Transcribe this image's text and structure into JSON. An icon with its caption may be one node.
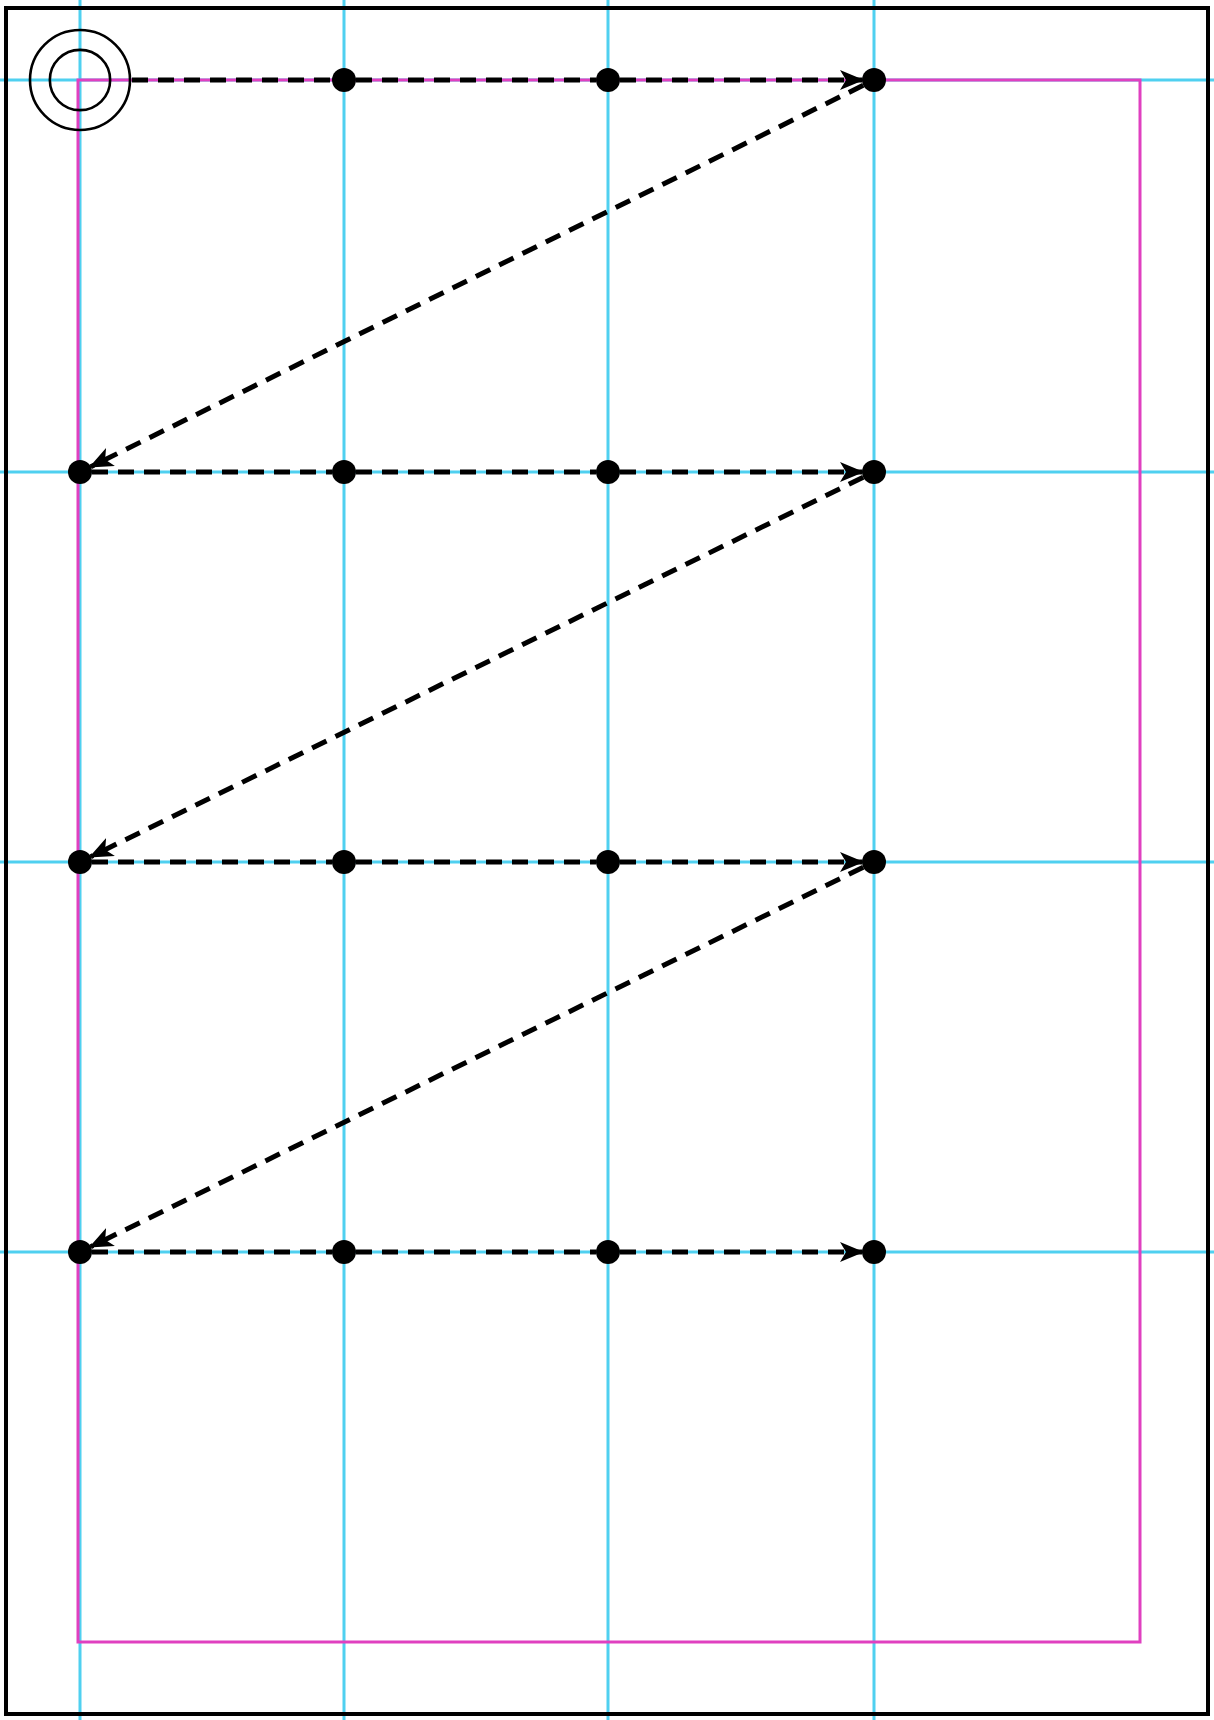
{
  "diagram": {
    "nodes": [
      {
        "text": [],
        "shape": "circle"
      },
      {
        "text": [],
        "shape": "dot"
      },
      {
        "text": [],
        "shape": "dot"
      },
      {
        "text": [],
        "shape": "dot"
      },
      {
        "text": [],
        "shape": "dot"
      },
      {
        "text": [],
        "shape": "dot"
      },
      {
        "text": [],
        "shape": "dot"
      },
      {
        "text": [],
        "shape": "dot"
      },
      {
        "text": [],
        "shape": "dot"
      },
      {
        "text": [],
        "shape": "dot"
      },
      {
        "text": [],
        "shape": "dot"
      },
      {
        "text": [],
        "shape": "dot"
      },
      {
        "text": [],
        "shape": "dot"
      },
      {
        "text": [],
        "shape": "dot"
      },
      {
        "text": [],
        "shape": "dot"
      },
      {
        "text": [],
        "shape": "dot"
      }
    ],
    "edges": [
      {
        "from": 0,
        "to": 1,
        "arrow": "none",
        "style": "dashed"
      },
      {
        "from": 1,
        "to": 2,
        "arrow": "none",
        "style": "dashed"
      },
      {
        "from": 2,
        "to": 3,
        "arrow": "to",
        "style": "dashed"
      },
      {
        "from": 3,
        "to": 4,
        "arrow": "to",
        "style": "dashed"
      },
      {
        "from": 4,
        "to": 5,
        "arrow": "none",
        "style": "dashed"
      },
      {
        "from": 5,
        "to": 6,
        "arrow": "none",
        "style": "dashed"
      },
      {
        "from": 6,
        "to": 7,
        "arrow": "to",
        "style": "dashed"
      },
      {
        "from": 7,
        "to": 8,
        "arrow": "to",
        "style": "dashed"
      },
      {
        "from": 8,
        "to": 9,
        "arrow": "none",
        "style": "dashed"
      },
      {
        "from": 9,
        "to": 10,
        "arrow": "none",
        "style": "dashed"
      },
      {
        "from": 10,
        "to": 11,
        "arrow": "to",
        "style": "dashed"
      },
      {
        "from": 11,
        "to": 12,
        "arrow": "to",
        "style": "dashed"
      },
      {
        "from": 12,
        "to": 13,
        "arrow": "none",
        "style": "dashed"
      },
      {
        "from": 13,
        "to": 14,
        "arrow": "none",
        "style": "dashed"
      },
      {
        "from": 14,
        "to": 15,
        "arrow": "to",
        "style": "dashed"
      }
    ]
  }
}
